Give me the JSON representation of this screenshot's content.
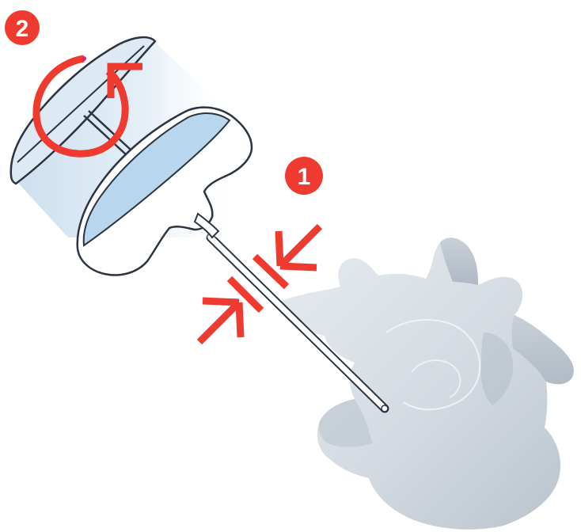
{
  "colors": {
    "accent": "#ee3a2f",
    "outline": "#2b3440",
    "bone_fill": "#d4dbe2",
    "handle_tint": "#b8d6ee",
    "needle": "#ffffff"
  },
  "steps": [
    {
      "label": "1",
      "meaning": "compress-toward-needle"
    },
    {
      "label": "2",
      "meaning": "rotate-handle"
    }
  ],
  "icons": {
    "compress_arrows": "inward-arrows-icon",
    "rotate_arrow": "circular-rotate-arrow-icon"
  }
}
